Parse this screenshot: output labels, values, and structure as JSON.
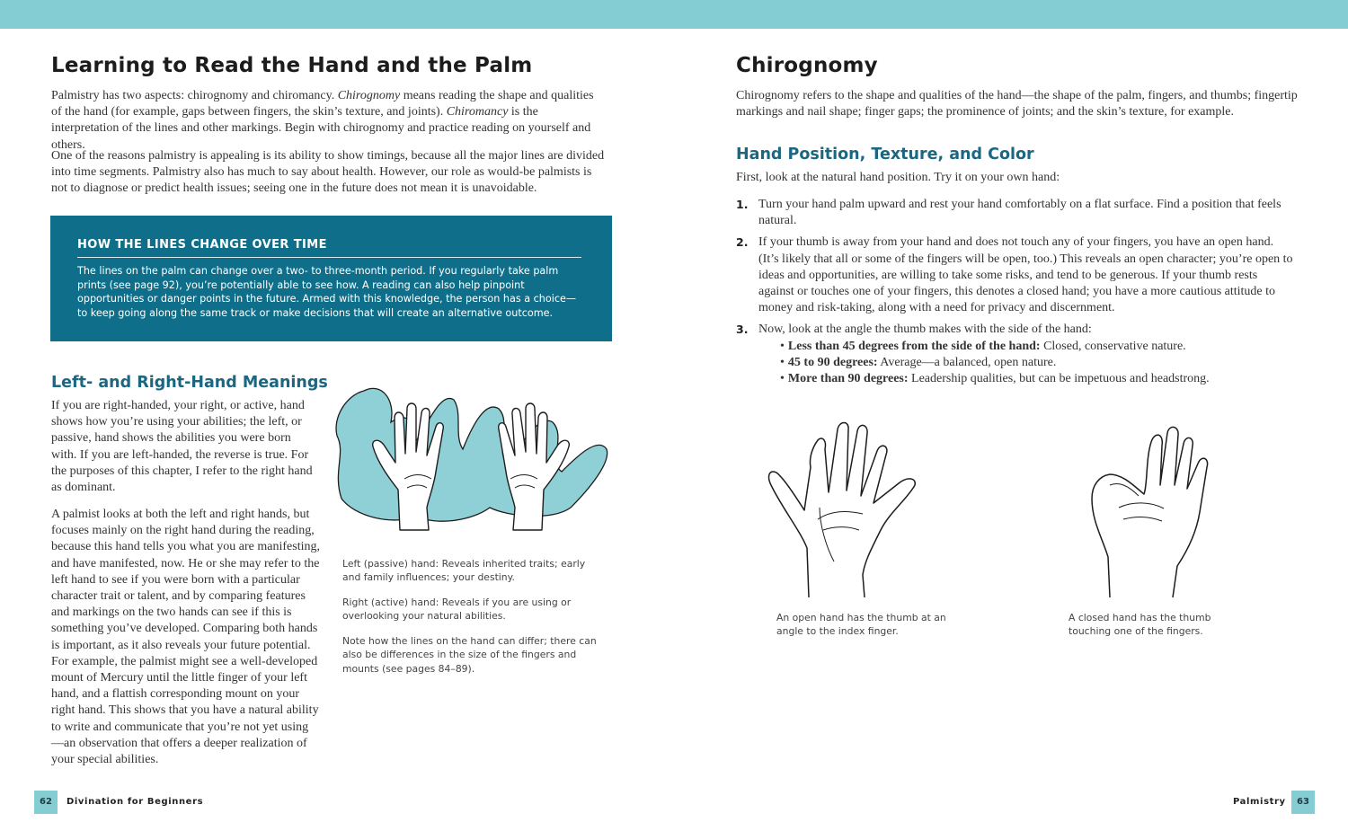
{
  "left": {
    "heading": "Learning to Read the Hand and the Palm",
    "intro1": {
      "a": "Palmistry has two aspects: chirognomy and chiromancy. ",
      "term1": "Chirognomy",
      "b": " means reading the shape and qualities of the hand (for example, gaps between fingers, the skin’s texture, and joints). ",
      "term2": "Chiromancy",
      "c": " is the interpretation of the lines and other markings. Begin with chirognomy and practice reading on yourself and others."
    },
    "intro2": "One of the reasons palmistry is appealing is its ability to show timings, because all the major lines are divided into time segments. Palmistry also has much to say about health. However, our role as would-be palmists is not to diagnose or predict health issues; seeing one in the future does not mean it is unavoidable.",
    "sidebar": {
      "title": "HOW THE LINES CHANGE OVER TIME",
      "text": "The lines on the palm can change over a two- to three-month period. If you regularly take palm prints (see page 92), you’re potentially able to see how. A reading can also help pinpoint opportunities or danger points in the future. Armed with this knowledge, the person has a choice—to keep going along the same track or make decisions that will create an alternative outcome."
    },
    "subheading": "Left- and Right-Hand Meanings",
    "para1": "If you are right-handed, your right, or active, hand shows how you’re using your abilities; the left, or passive, hand shows the abilities you were born with. If you are left-handed, the reverse is true. For the purposes of this chapter, I refer to the right hand as dominant.",
    "para2": "A palmist looks at both the left and right hands, but focuses mainly on the right hand during the reading, because this hand tells you what you are manifesting, and have manifested, now. He or she may refer to the left hand to see if you were born with a particular character trait or talent, and by comparing features and markings on the two hands can see if this is something you’ve developed. Comparing both hands is important, as it also reveals your future potential. For example, the palmist might see a well-developed mount of Mercury until the little finger of your left hand, and a flattish corresponding mount on your right hand. This shows that you have a natural ability to write and communicate that you’re not yet using—an observation that offers a deeper realization of your special abilities.",
    "captions": [
      "Left (passive) hand: Reveals inherited traits; early and family influences; your destiny.",
      "Right (active) hand: Reveals if you are using or overlooking your natural abilities.",
      "Note how the lines on the hand can differ; there can also be differences in the size of the fingers and mounts (see pages 84–89)."
    ],
    "page_number": "62",
    "running_title": "Divination for Beginners"
  },
  "right": {
    "heading": "Chirognomy",
    "intro": "Chirognomy refers to the shape and qualities of the hand—the shape of the palm, fingers, and thumbs; fingertip markings and nail shape; finger gaps; the prominence of joints; and the skin’s texture, for example.",
    "subheading": "Hand Position, Texture, and Color",
    "lead": "First, look at the natural hand position. Try it on your own hand:",
    "steps": [
      {
        "num": "1.",
        "text": "Turn your hand palm upward and rest your hand comfortably on a flat surface. Find a position that feels natural."
      },
      {
        "num": "2.",
        "text": "If your thumb is away from your hand and does not touch any of your fingers, you have an open hand. (It’s likely that all or some of the fingers will be open, too.) This reveals an open character; you’re open to ideas and opportunities, are willing to take some risks, and tend to be generous. If your thumb rests against or touches one of your fingers, this denotes a closed hand; you have a more cautious attitude to money and risk-taking, along with a need for privacy and discernment."
      },
      {
        "num": "3.",
        "text": "Now, look at the angle the thumb makes with the side of the hand:"
      }
    ],
    "angles": [
      {
        "label": "Less than 45 degrees from the side of the hand:",
        "text": " Closed, conservative nature."
      },
      {
        "label": "45 to 90 degrees:",
        "text": " Average—a balanced, open nature."
      },
      {
        "label": "More than 90 degrees:",
        "text": " Leadership qualities, but can be impetuous and headstrong."
      }
    ],
    "captions": [
      "An open hand has the thumb at an angle to the index finger.",
      "A closed hand has the thumb touching one of the fingers."
    ],
    "page_number": "63",
    "running_title": "Palmistry"
  },
  "colors": {
    "accent_bar": "#84cdd2",
    "sidebar_bg": "#0f6f8a",
    "subheading": "#1b6680",
    "illustration_fill": "#8fd0d6"
  }
}
